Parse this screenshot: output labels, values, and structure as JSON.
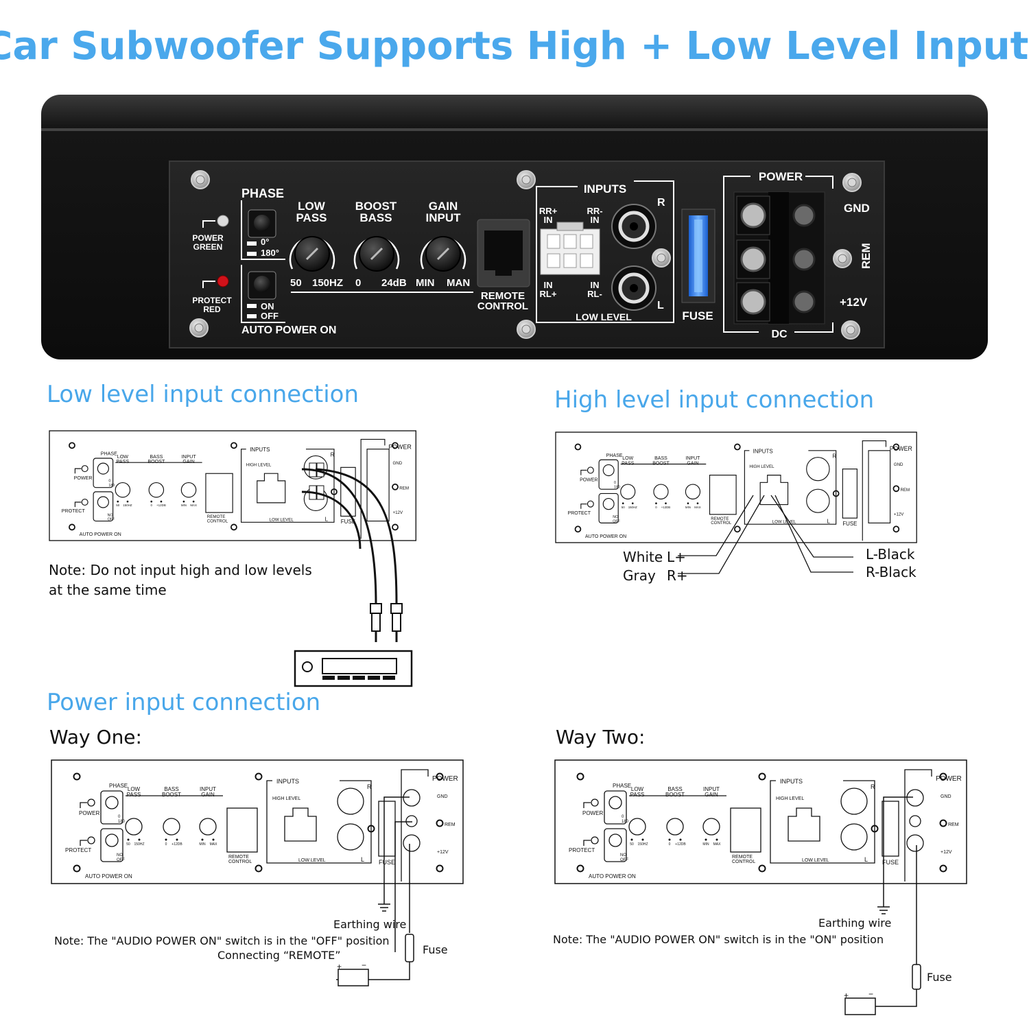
{
  "title": "Car Subwoofer Supports High + Low Level Inputs",
  "colors": {
    "title": "#4aa8ec",
    "section": "#49a7ea",
    "panel": "#1d1d1d"
  },
  "amp_panel": {
    "phase": "PHASE",
    "phase_0": "0°",
    "phase_180": "180°",
    "power_green": [
      "POWER",
      "GREEN"
    ],
    "protect_red": [
      "PROTECT",
      "RED"
    ],
    "auto_power_on": "AUTO POWER ON",
    "switch_on": "ON",
    "switch_off": "OFF",
    "low_pass": [
      "LOW",
      "PASS"
    ],
    "low_pass_range": [
      "50",
      "150HZ"
    ],
    "boost_bass": [
      "BOOST",
      "BASS"
    ],
    "boost_bass_range": [
      "0",
      "24dB"
    ],
    "gain_input": [
      "GAIN",
      "INPUT"
    ],
    "gain_range": [
      "MIN",
      "MAN"
    ],
    "remote_control": [
      "REMOTE",
      "CONTROL"
    ],
    "inputs": "INPUTS",
    "rr_plus": [
      "RR+",
      "IN"
    ],
    "rr_minus": [
      "RR-",
      "IN"
    ],
    "rl_plus": [
      "IN",
      "RL+"
    ],
    "rl_minus": [
      "IN",
      "RL-"
    ],
    "r": "R",
    "l": "L",
    "low_level": "LOW LEVEL",
    "fuse": "FUSE",
    "power": "POWER",
    "dc": "DC",
    "gnd": "GND",
    "rem": "REM",
    "plus12v": "+12V"
  },
  "mini_panel": {
    "phase": "PHASE",
    "power": "POWER",
    "protect": "PROTECT",
    "auto_power_on": "AUTO POWER ON",
    "phase_0": "0",
    "phase_180": "180",
    "sw_no": "NO",
    "sw_off": "OFF",
    "low_pass": [
      "LOW",
      "PASS"
    ],
    "low_pass_range": [
      "50",
      "150HZ"
    ],
    "bass_boost": [
      "BASS",
      "BOOST"
    ],
    "bass_boost_range": [
      "0",
      "+12DB"
    ],
    "input_gain": [
      "INPUT",
      "GAIN"
    ],
    "input_gain_range": [
      "MIN",
      "MAX"
    ],
    "remote_control": [
      "REMOTE",
      "CONTROL"
    ],
    "inputs": "INPUTS",
    "high_level": "HIGH LEVEL",
    "low_level": "LOW LEVEL",
    "r": "R",
    "l": "L",
    "fuse": "FUSE",
    "gnd": "GND",
    "rem": "REM",
    "plus12v": "+12V"
  },
  "low_level_section": {
    "heading": "Low level input connection",
    "note": [
      "Note: Do not input high and low levels",
      "at the same time"
    ]
  },
  "high_level_section": {
    "heading": "High level input connection",
    "white": "White",
    "l_plus": "L+",
    "gray": "Gray",
    "r_plus": "R+",
    "l_black": "L-Black",
    "r_black": "R-Black"
  },
  "power_section": {
    "heading": "Power input connection",
    "way_one": {
      "label": "Way One:",
      "earthing": "Earthing wire",
      "note": "Note: The \"AUDIO POWER ON\" switch is in the \"OFF\" position",
      "remote": "Connecting “REMOTE”",
      "fuse": "Fuse"
    },
    "way_two": {
      "label": "Way Two:",
      "earthing": "Earthing wire",
      "note": "Note: The \"AUDIO POWER ON\" switch is in the \"ON\" position",
      "fuse": "Fuse"
    }
  }
}
